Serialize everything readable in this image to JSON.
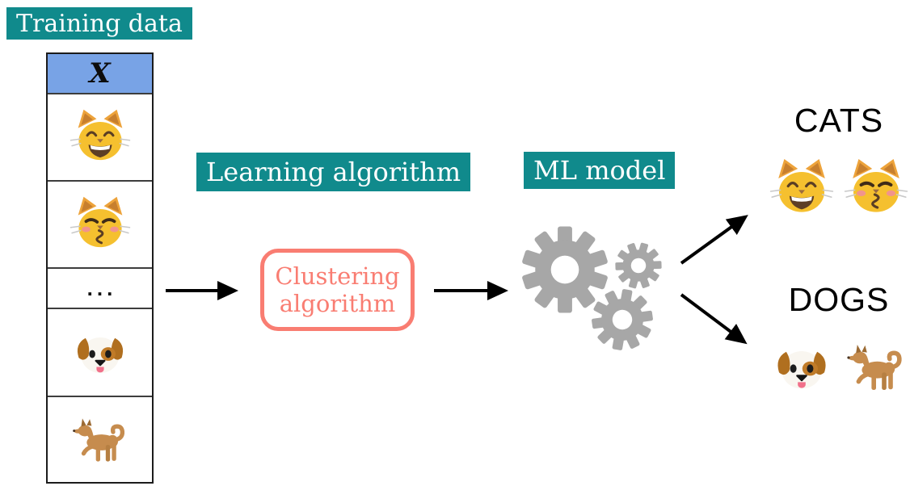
{
  "labels": {
    "training": "Training data",
    "learning": "Learning algorithm",
    "model": "ML model"
  },
  "cluster_box": {
    "line1": "Clustering",
    "line2": "algorithm"
  },
  "table": {
    "header": "X",
    "rows": [
      {
        "icon": "cat-grin",
        "name": "grinning-cat-emoji"
      },
      {
        "icon": "cat-kiss",
        "name": "kissing-cat-emoji"
      },
      {
        "text": "..."
      },
      {
        "icon": "dog-face",
        "name": "dog-face-emoji"
      },
      {
        "icon": "dog-standing",
        "name": "dog-emoji"
      }
    ]
  },
  "outputs": {
    "cats": {
      "label": "CATS",
      "icons": [
        "cat-grin",
        "cat-kiss"
      ]
    },
    "dogs": {
      "label": "DOGS",
      "icons": [
        "dog-face",
        "dog-standing"
      ]
    }
  },
  "icons": {
    "gears": [
      "gear-icon-large",
      "gear-icon-small",
      "gear-icon-medium"
    ]
  },
  "colors": {
    "teal_label_bg": "#108a8c",
    "label_text": "#ffffff",
    "table_header_bg": "#78a3e6",
    "coral": "#f97d72",
    "gear_gray": "#a7a7a7",
    "arrow": "#000000"
  }
}
